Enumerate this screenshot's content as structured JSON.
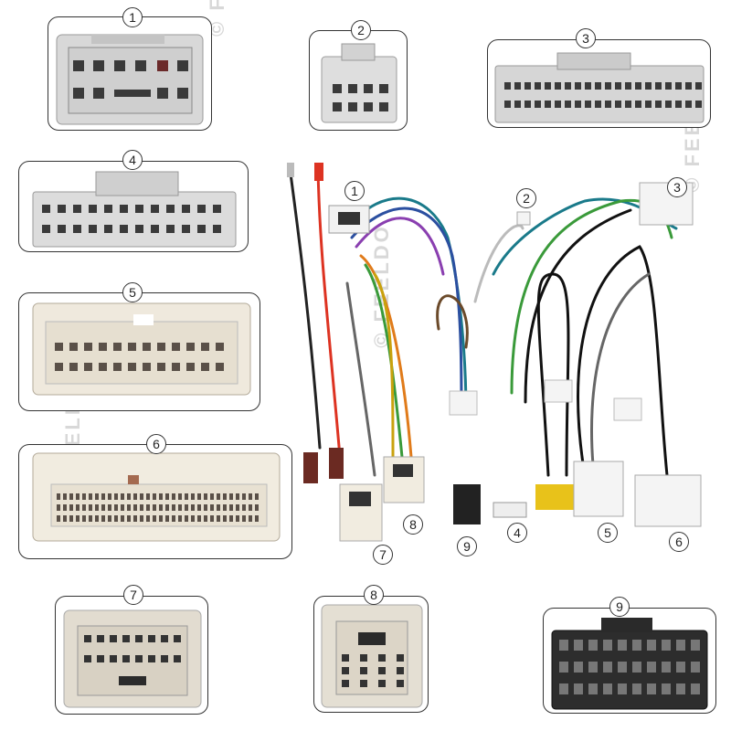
{
  "watermark": "© FEELDO",
  "connectors": [
    {
      "label": "1"
    },
    {
      "label": "2"
    },
    {
      "label": "3"
    },
    {
      "label": "4"
    },
    {
      "label": "5"
    },
    {
      "label": "6"
    },
    {
      "label": "7"
    },
    {
      "label": "8"
    },
    {
      "label": "9"
    }
  ],
  "harness_labels": [
    "1",
    "2",
    "3",
    "4",
    "5",
    "6",
    "7",
    "8",
    "9"
  ]
}
